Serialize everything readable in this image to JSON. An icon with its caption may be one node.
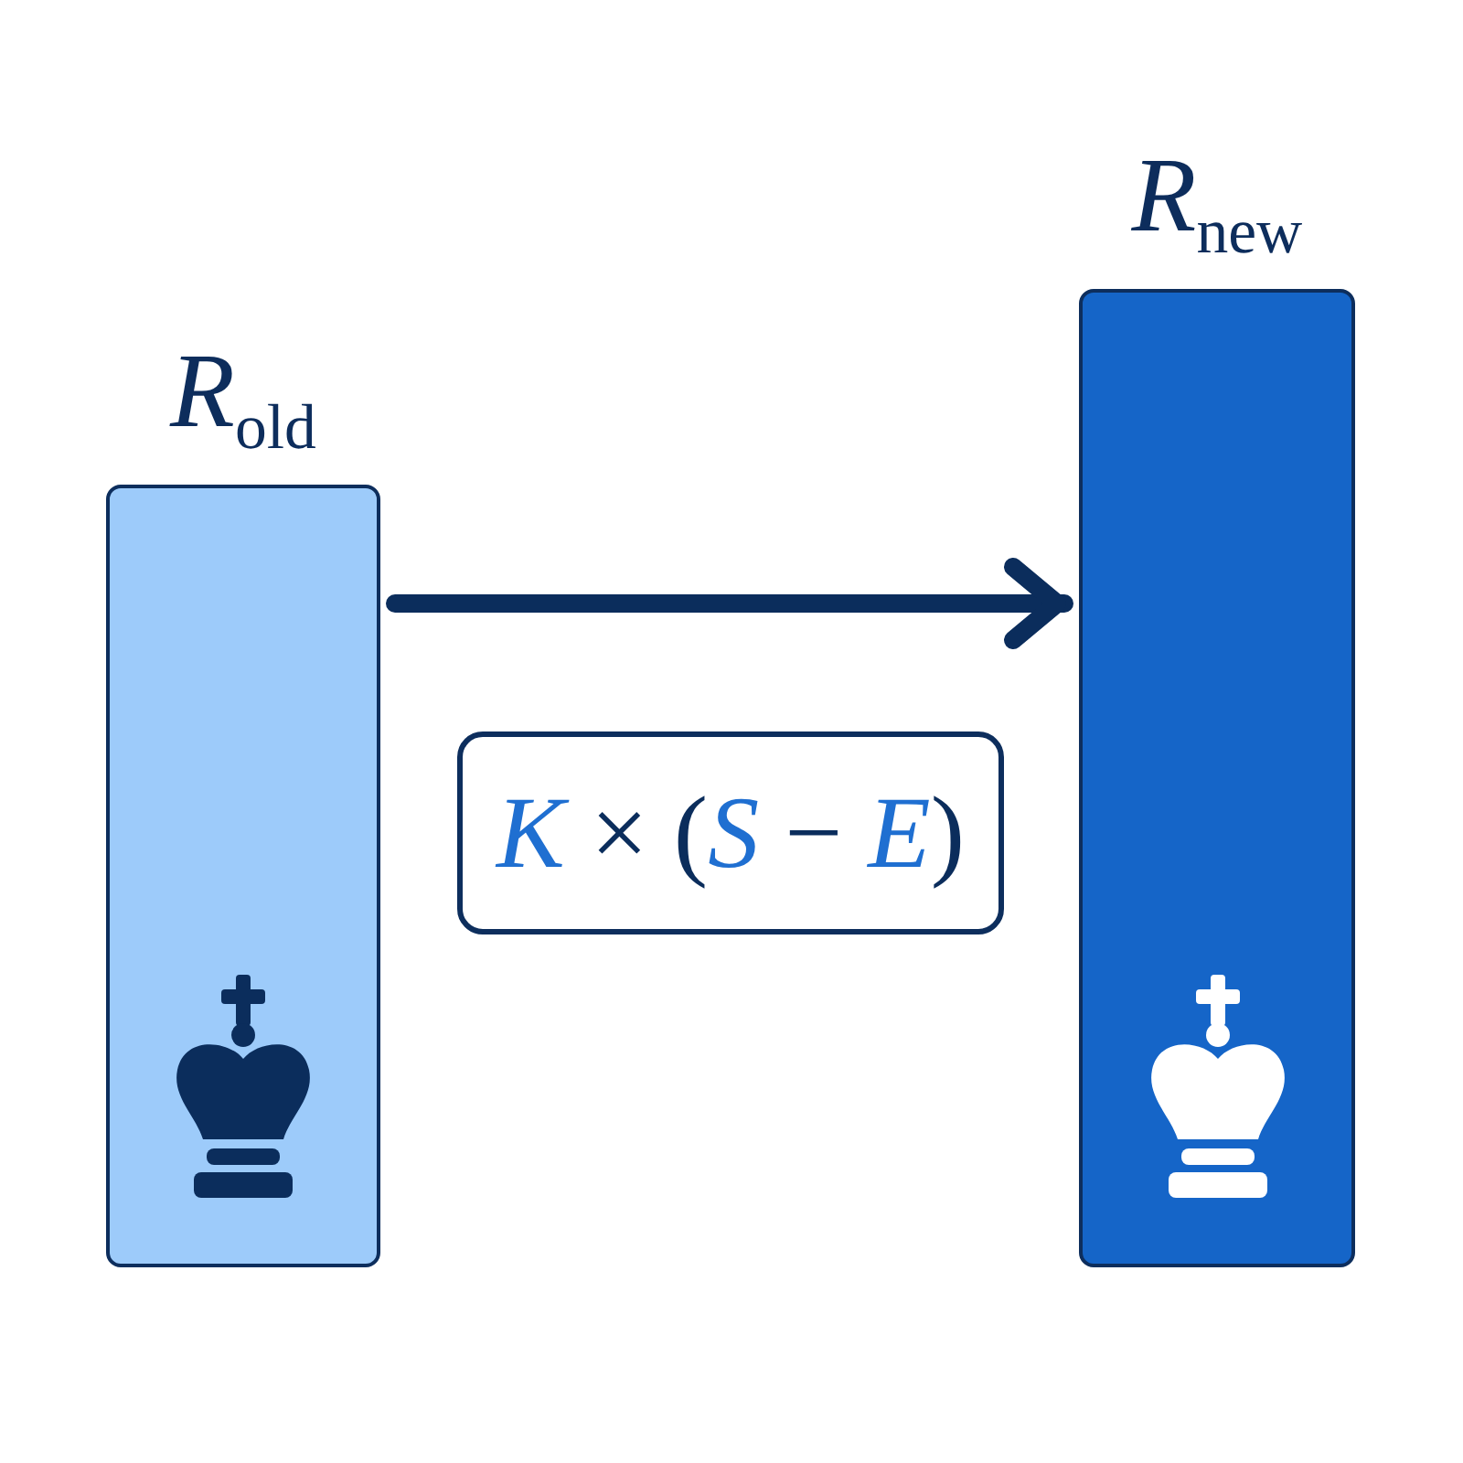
{
  "diagram": {
    "nodes": [
      {
        "text": [
          "*R*$_{old}$"
        ]
      },
      {
        "text": [
          "*R*$_{new}$"
        ]
      },
      {
        "text": [
          "*K* × (*S* − *E*)"
        ]
      }
    ],
    "edges": [
      {
        "from": 0,
        "to": 1,
        "arrow": "to"
      }
    ]
  }
}
